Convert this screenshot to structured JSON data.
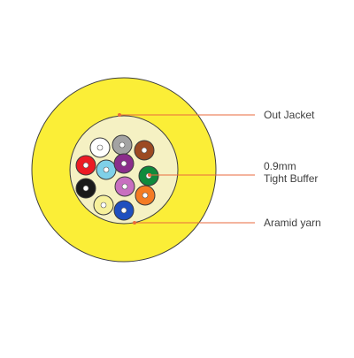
{
  "diagram": {
    "labels": {
      "jacket": "Out Jacket",
      "buffer_line1": "0.9mm",
      "buffer_line2": "Tight Buffer",
      "yarn": "Aramid yarn"
    },
    "colors": {
      "jacket": "#fbee37",
      "jacket_outline": "#404040",
      "yarn": "#f5f1c3",
      "leader": "#e96a3c",
      "core": "#ffffff"
    },
    "fibers": [
      {
        "name": "white",
        "color": "#ffffff"
      },
      {
        "name": "slate",
        "color": "#a3a3a3"
      },
      {
        "name": "brown",
        "color": "#9c4a22"
      },
      {
        "name": "red",
        "color": "#ec1b24"
      },
      {
        "name": "aqua",
        "color": "#7fd0e8"
      },
      {
        "name": "violet",
        "color": "#8b2d8b"
      },
      {
        "name": "green",
        "color": "#0f8a3c"
      },
      {
        "name": "black",
        "color": "#1a1a1a"
      },
      {
        "name": "rose",
        "color": "#c86fc0"
      },
      {
        "name": "orange",
        "color": "#f47b22"
      },
      {
        "name": "yellow",
        "color": "#f7f19b"
      },
      {
        "name": "blue",
        "color": "#1f4fbf"
      }
    ]
  }
}
